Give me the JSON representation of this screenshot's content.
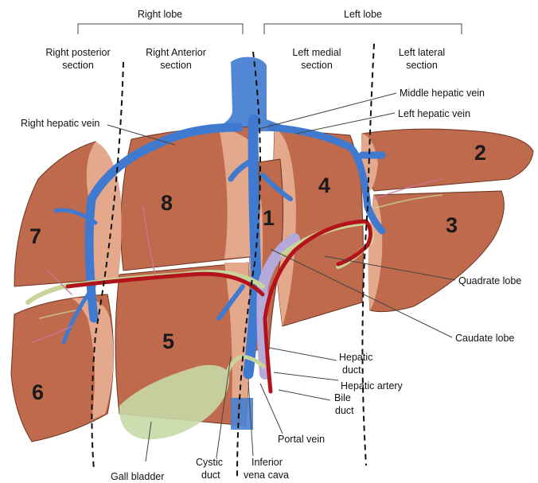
{
  "colors": {
    "liver": "#bf6a4c",
    "liver_face": "#e4a88d",
    "vein": "#3f7ad0",
    "artery": "#b3141b",
    "bile": "#c8d59a",
    "portal": "#b4a9d8",
    "gallbladder": "#c7d9a7"
  },
  "header": {
    "right_lobe": "Right lobe",
    "left_lobe": "Left lobe"
  },
  "sections": {
    "right_posterior": [
      "Right posterior",
      "section"
    ],
    "right_anterior": [
      "Right Anterior",
      "section"
    ],
    "left_medial": [
      "Left medial",
      "section"
    ],
    "left_lateral": [
      "Left lateral",
      "section"
    ]
  },
  "segments": {
    "s1": "1",
    "s2": "2",
    "s3": "3",
    "s4": "4",
    "s5": "5",
    "s6": "6",
    "s7": "7",
    "s8": "8"
  },
  "labels": {
    "middle_hepatic_vein": "Middle hepatic vein",
    "left_hepatic_vein": "Left hepatic vein",
    "right_hepatic_vein": "Right hepatic vein",
    "quadrate_lobe": "Quadrate lobe",
    "caudate_lobe": "Caudate lobe",
    "hepatic_duct": [
      "Hepatic",
      "duct"
    ],
    "hepatic_artery": "Hepatic artery",
    "bile_duct": [
      "Bile",
      "duct"
    ],
    "portal_vein": "Portal vein",
    "gall_bladder": "Gall bladder",
    "cystic_duct": [
      "Cystic",
      "duct"
    ],
    "inferior_vena_cava": [
      "Inferior",
      "vena cava"
    ]
  }
}
